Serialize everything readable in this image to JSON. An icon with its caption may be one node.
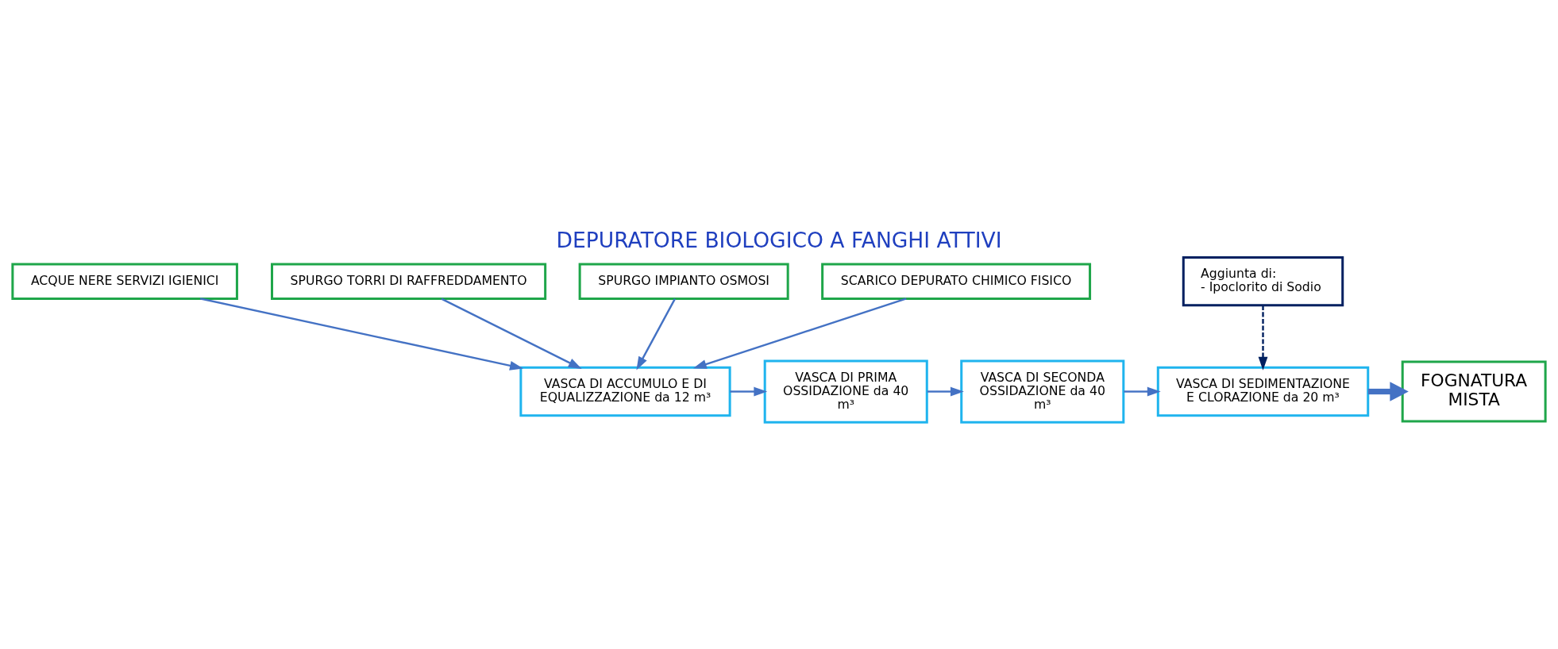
{
  "diagram": {
    "title": "DEPURATORE BIOLOGICO A FANGHI ATTIVI",
    "nodes": [
      {
        "text": [
          "ACQUE NERE SERVIZI IGIENICI"
        ]
      },
      {
        "text": [
          "SPURGO TORRI DI RAFFREDDAMENTO"
        ]
      },
      {
        "text": [
          "SPURGO IMPIANTO OSMOSI"
        ]
      },
      {
        "text": [
          "SCARICO DEPURATO CHIMICO FISICO"
        ]
      },
      {
        "text": [
          "Aggiunta di:",
          "- Ipoclorito di Sodio"
        ]
      },
      {
        "text": [
          "VASCA DI ACCUMULO E DI EQUALIZZAZIONE da 12 m³"
        ]
      },
      {
        "text": [
          "VASCA DI PRIMA OSSIDAZIONE da 40 m³"
        ]
      },
      {
        "text": [
          "VASCA DI SECONDA OSSIDAZIONE da 40 m³"
        ]
      },
      {
        "text": [
          "VASCA DI SEDIMENTAZIONE E CLORAZIONE da 20 m³"
        ]
      },
      {
        "text": [
          "FOGNATURA MISTA"
        ]
      }
    ],
    "edges": [
      {
        "from": 0,
        "to": 5,
        "arrow": "to"
      },
      {
        "from": 1,
        "to": 5,
        "arrow": "to"
      },
      {
        "from": 2,
        "to": 5,
        "arrow": "to"
      },
      {
        "from": 3,
        "to": 5,
        "arrow": "to"
      },
      {
        "from": 5,
        "to": 6,
        "arrow": "to"
      },
      {
        "from": 6,
        "to": 7,
        "arrow": "to"
      },
      {
        "from": 7,
        "to": 8,
        "arrow": "to"
      },
      {
        "from": 4,
        "to": 8,
        "arrow": "to",
        "style": "dashed",
        "color": "#002060"
      },
      {
        "from": 8,
        "to": 9,
        "arrow": "to",
        "style": "thick"
      }
    ]
  }
}
